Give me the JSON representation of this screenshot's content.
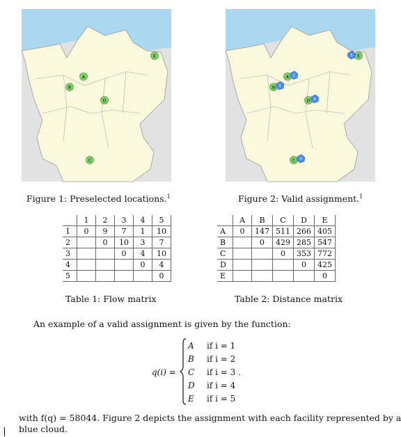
{
  "figures": [
    {
      "caption": "Figure 1: Preselected locations.",
      "sup": "1",
      "markers": [
        {
          "label": "A",
          "kind": "green"
        },
        {
          "label": "B",
          "kind": "green"
        },
        {
          "label": "D",
          "kind": "green"
        },
        {
          "label": "E",
          "kind": "green"
        },
        {
          "label": "C",
          "kind": "green"
        }
      ]
    },
    {
      "caption": "Figure 2: Valid assignment.",
      "sup": "1",
      "markers": [
        {
          "label": "A",
          "kind": "green"
        },
        {
          "label": "B",
          "kind": "green"
        },
        {
          "label": "D",
          "kind": "green"
        },
        {
          "label": "E",
          "kind": "green"
        },
        {
          "label": "C",
          "kind": "green"
        },
        {
          "label": "1",
          "kind": "blue"
        },
        {
          "label": "2",
          "kind": "blue"
        },
        {
          "label": "3",
          "kind": "blue"
        },
        {
          "label": "4",
          "kind": "blue"
        },
        {
          "label": "5",
          "kind": "blue"
        }
      ]
    }
  ],
  "table1": {
    "caption": "Table 1: Flow matrix",
    "header": [
      "",
      "1",
      "2",
      "3",
      "4",
      "5"
    ],
    "rows": [
      [
        "1",
        "0",
        "9",
        "7",
        "1",
        "10"
      ],
      [
        "2",
        "",
        "0",
        "10",
        "3",
        "7"
      ],
      [
        "3",
        "",
        "",
        "0",
        "4",
        "10"
      ],
      [
        "4",
        "",
        "",
        "",
        "0",
        "4"
      ],
      [
        "5",
        "",
        "",
        "",
        "",
        "0"
      ]
    ]
  },
  "table2": {
    "caption": "Table 2: Distance matrix",
    "header": [
      "",
      "A",
      "B",
      "C",
      "D",
      "E"
    ],
    "rows": [
      [
        "A",
        "0",
        "147",
        "511",
        "266",
        "405"
      ],
      [
        "B",
        "",
        "0",
        "429",
        "285",
        "547"
      ],
      [
        "C",
        "",
        "",
        "0",
        "353",
        "772"
      ],
      [
        "D",
        "",
        "",
        "",
        "0",
        "425"
      ],
      [
        "E",
        "",
        "",
        "",
        "",
        "0"
      ]
    ]
  },
  "text": {
    "intro": "An example of a valid assignment is given by the function:",
    "lhs": "q(i) =",
    "cases": [
      {
        "val": "A",
        "cond": "if i = 1"
      },
      {
        "val": "B",
        "cond": "if i = 2"
      },
      {
        "val": "C",
        "cond": "if i = 3 ."
      },
      {
        "val": "D",
        "cond": "if i = 4"
      },
      {
        "val": "E",
        "cond": "if i = 5"
      }
    ],
    "outro_line1": "with f(q) = 58044. Figure 2 depicts the assignment with each facility represented by a",
    "outro_line2": "blue cloud."
  },
  "colors": {
    "sea": "#a9d8f0",
    "land": "#fbf9dd",
    "neighbor": "#dedede",
    "border": "#9a9a9a",
    "green": "#7fd36a",
    "blue": "#4a8ee8"
  }
}
